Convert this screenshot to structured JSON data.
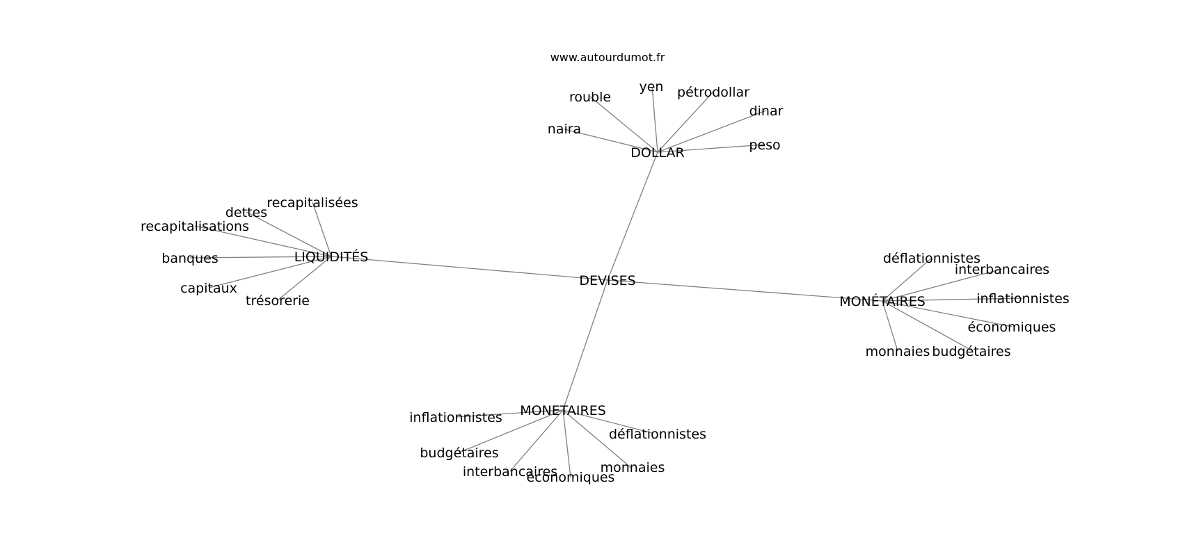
{
  "source": "www.autourdumot.fr",
  "center": "DEVISES",
  "hubs": [
    {
      "id": "dollar",
      "label": "DOLLAR",
      "words": [
        "rouble",
        "yen",
        "pétrodollar",
        "dinar",
        "naira",
        "peso"
      ]
    },
    {
      "id": "liquidites",
      "label": "LIQUIDITÉS",
      "words": [
        "recapitalisées",
        "dettes",
        "recapitalisations",
        "banques",
        "capitaux",
        "trésorerie"
      ]
    },
    {
      "id": "monetaires-accent",
      "label": "MONÉTAIRES",
      "words": [
        "déflationnistes",
        "interbancaires",
        "inflationnistes",
        "économiques",
        "monnaies",
        "budgétaires"
      ]
    },
    {
      "id": "monetaires",
      "label": "MONETAIRES",
      "words": [
        "inflationnistes",
        "déflationnistes",
        "budgétaires",
        "monnaies",
        "interbancaires",
        "économiques"
      ]
    }
  ]
}
